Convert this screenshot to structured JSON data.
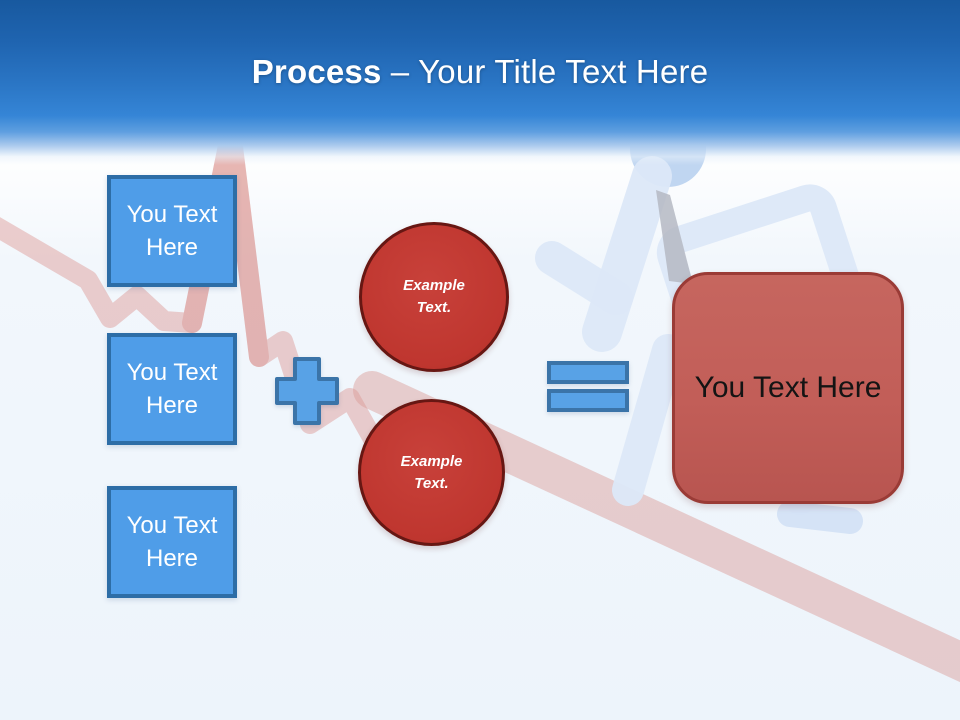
{
  "header": {
    "title_bold": "Process",
    "title_rest": "– Your Title Text Here"
  },
  "diagram": {
    "input_boxes": [
      {
        "label": "You Text Here"
      },
      {
        "label": "You Text Here"
      },
      {
        "label": "You Text Here"
      }
    ],
    "operators": {
      "plus_icon": "plus",
      "equals_icon": "equals"
    },
    "example_circles": [
      {
        "label": "Example Text."
      },
      {
        "label": "Example Text."
      }
    ],
    "result_box": {
      "label": "You Text Here"
    }
  },
  "background": {
    "graphics": [
      "ekg-heartbeat-line",
      "running-businessman-figure"
    ]
  },
  "colors": {
    "header_blue_top": "#18599f",
    "header_blue_bottom": "#3585d6",
    "box_fill": "#4f9de8",
    "box_border": "#2d6da6",
    "operator_fill": "#58a2e6",
    "operator_border": "#3b74a8",
    "circle_fill": "#bf362f",
    "circle_border": "#671713",
    "result_fill": "#c25e58",
    "result_border": "#9a3b36",
    "ekg_pink": "#d98a84",
    "figure_blue": "#dce8f8"
  }
}
